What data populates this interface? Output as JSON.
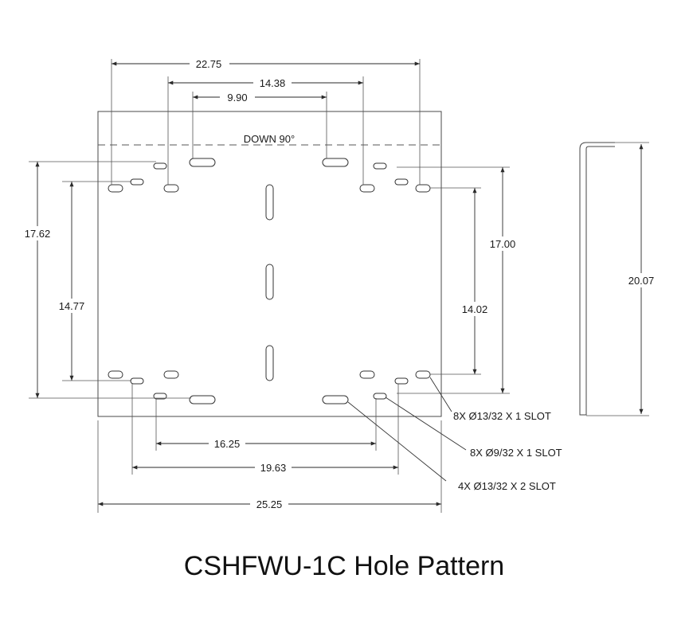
{
  "title": "CSHFWU-1C Hole Pattern",
  "bend_label": "DOWN 90°",
  "dimensions": {
    "width_overall": "25.25",
    "top_outer": "22.75",
    "top_middle": "14.38",
    "top_inner": "9.90",
    "bottom_inner": "16.25",
    "bottom_outer": "19.63",
    "left_outer": "17.62",
    "left_inner": "14.77",
    "right_outer": "17.00",
    "right_inner": "14.02",
    "side_height": "20.07"
  },
  "notes": {
    "slot_large": "8X Ø13/32 X 1 SLOT",
    "slot_small": "8X Ø9/32 X 1 SLOT",
    "slot_long": "4X Ø13/32 X 2 SLOT"
  },
  "colors": {
    "line": "#333333",
    "background": "#ffffff"
  }
}
